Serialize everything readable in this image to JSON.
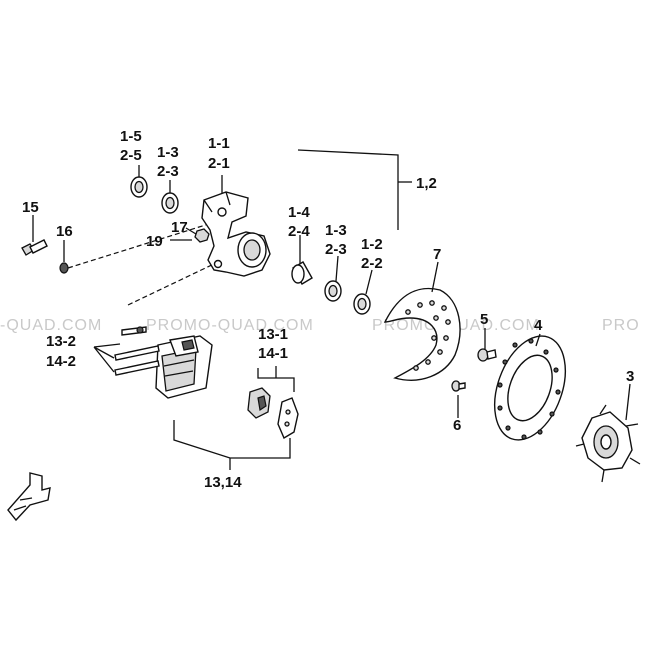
{
  "watermark": {
    "texts": [
      "-QUAD.COM",
      "PROMO-QUAD.COM",
      "PROMO-QUAD.COM",
      "PRO"
    ]
  },
  "callouts": {
    "c_1_5_2_5": [
      "1-5",
      "2-5"
    ],
    "c_1_3_2_3_top": [
      "1-3",
      "2-3"
    ],
    "c_1_1_2_1": [
      "1-1",
      "2-1"
    ],
    "c_1_2_group": "1,2",
    "c_15": "15",
    "c_16": "16",
    "c_17": "17",
    "c_19": "19",
    "c_1_4_2_4": [
      "1-4",
      "2-4"
    ],
    "c_1_3_2_3_mid": [
      "1-3",
      "2-3"
    ],
    "c_1_2_2_2": [
      "1-2",
      "2-2"
    ],
    "c_7": "7",
    "c_5": "5",
    "c_4": "4",
    "c_3": "3",
    "c_6": "6",
    "c_13_2_14_2": [
      "13-2",
      "14-2"
    ],
    "c_13_1_14_1": [
      "13-1",
      "14-1"
    ],
    "c_13_14_group": "13,14"
  },
  "icons": {
    "front_arrow": "front-direction-arrow-icon"
  }
}
